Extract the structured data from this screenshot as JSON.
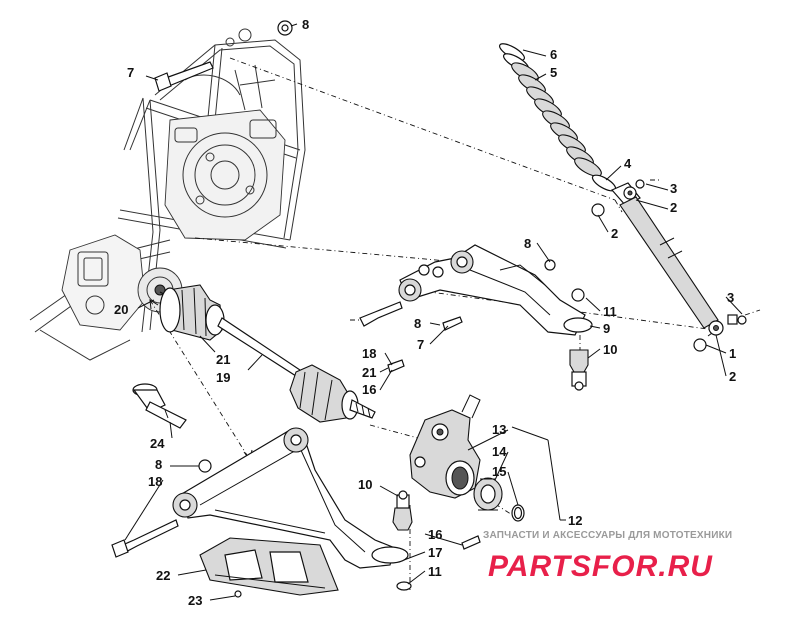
{
  "callouts": {
    "c1": "1",
    "c2a": "2",
    "c2b": "2",
    "c2c": "2",
    "c3a": "3",
    "c3b": "3",
    "c4": "4",
    "c5": "5",
    "c6": "6",
    "c7a": "7",
    "c7b": "7",
    "c8a": "8",
    "c8b": "8",
    "c8c": "8",
    "c8d": "8",
    "c9": "9",
    "c10a": "10",
    "c10b": "10",
    "c11a": "11",
    "c11b": "11",
    "c12": "12",
    "c13": "13",
    "c14": "14",
    "c15": "15",
    "c16a": "16",
    "c16b": "16",
    "c17": "17",
    "c18a": "18",
    "c18b": "18",
    "c19": "19",
    "c20": "20",
    "c21a": "21",
    "c21b": "21",
    "c22": "22",
    "c23": "23",
    "c24": "24"
  },
  "watermark": {
    "tagline": "ЗАПЧАСТИ И АКСЕССУАРЫ ДЛЯ МОТОТЕХНИКИ",
    "brand": "PARTSFOR.RU"
  },
  "colors": {
    "ink": "#111111",
    "brand": "#e8204a",
    "tagline": "#9a9a9a"
  }
}
